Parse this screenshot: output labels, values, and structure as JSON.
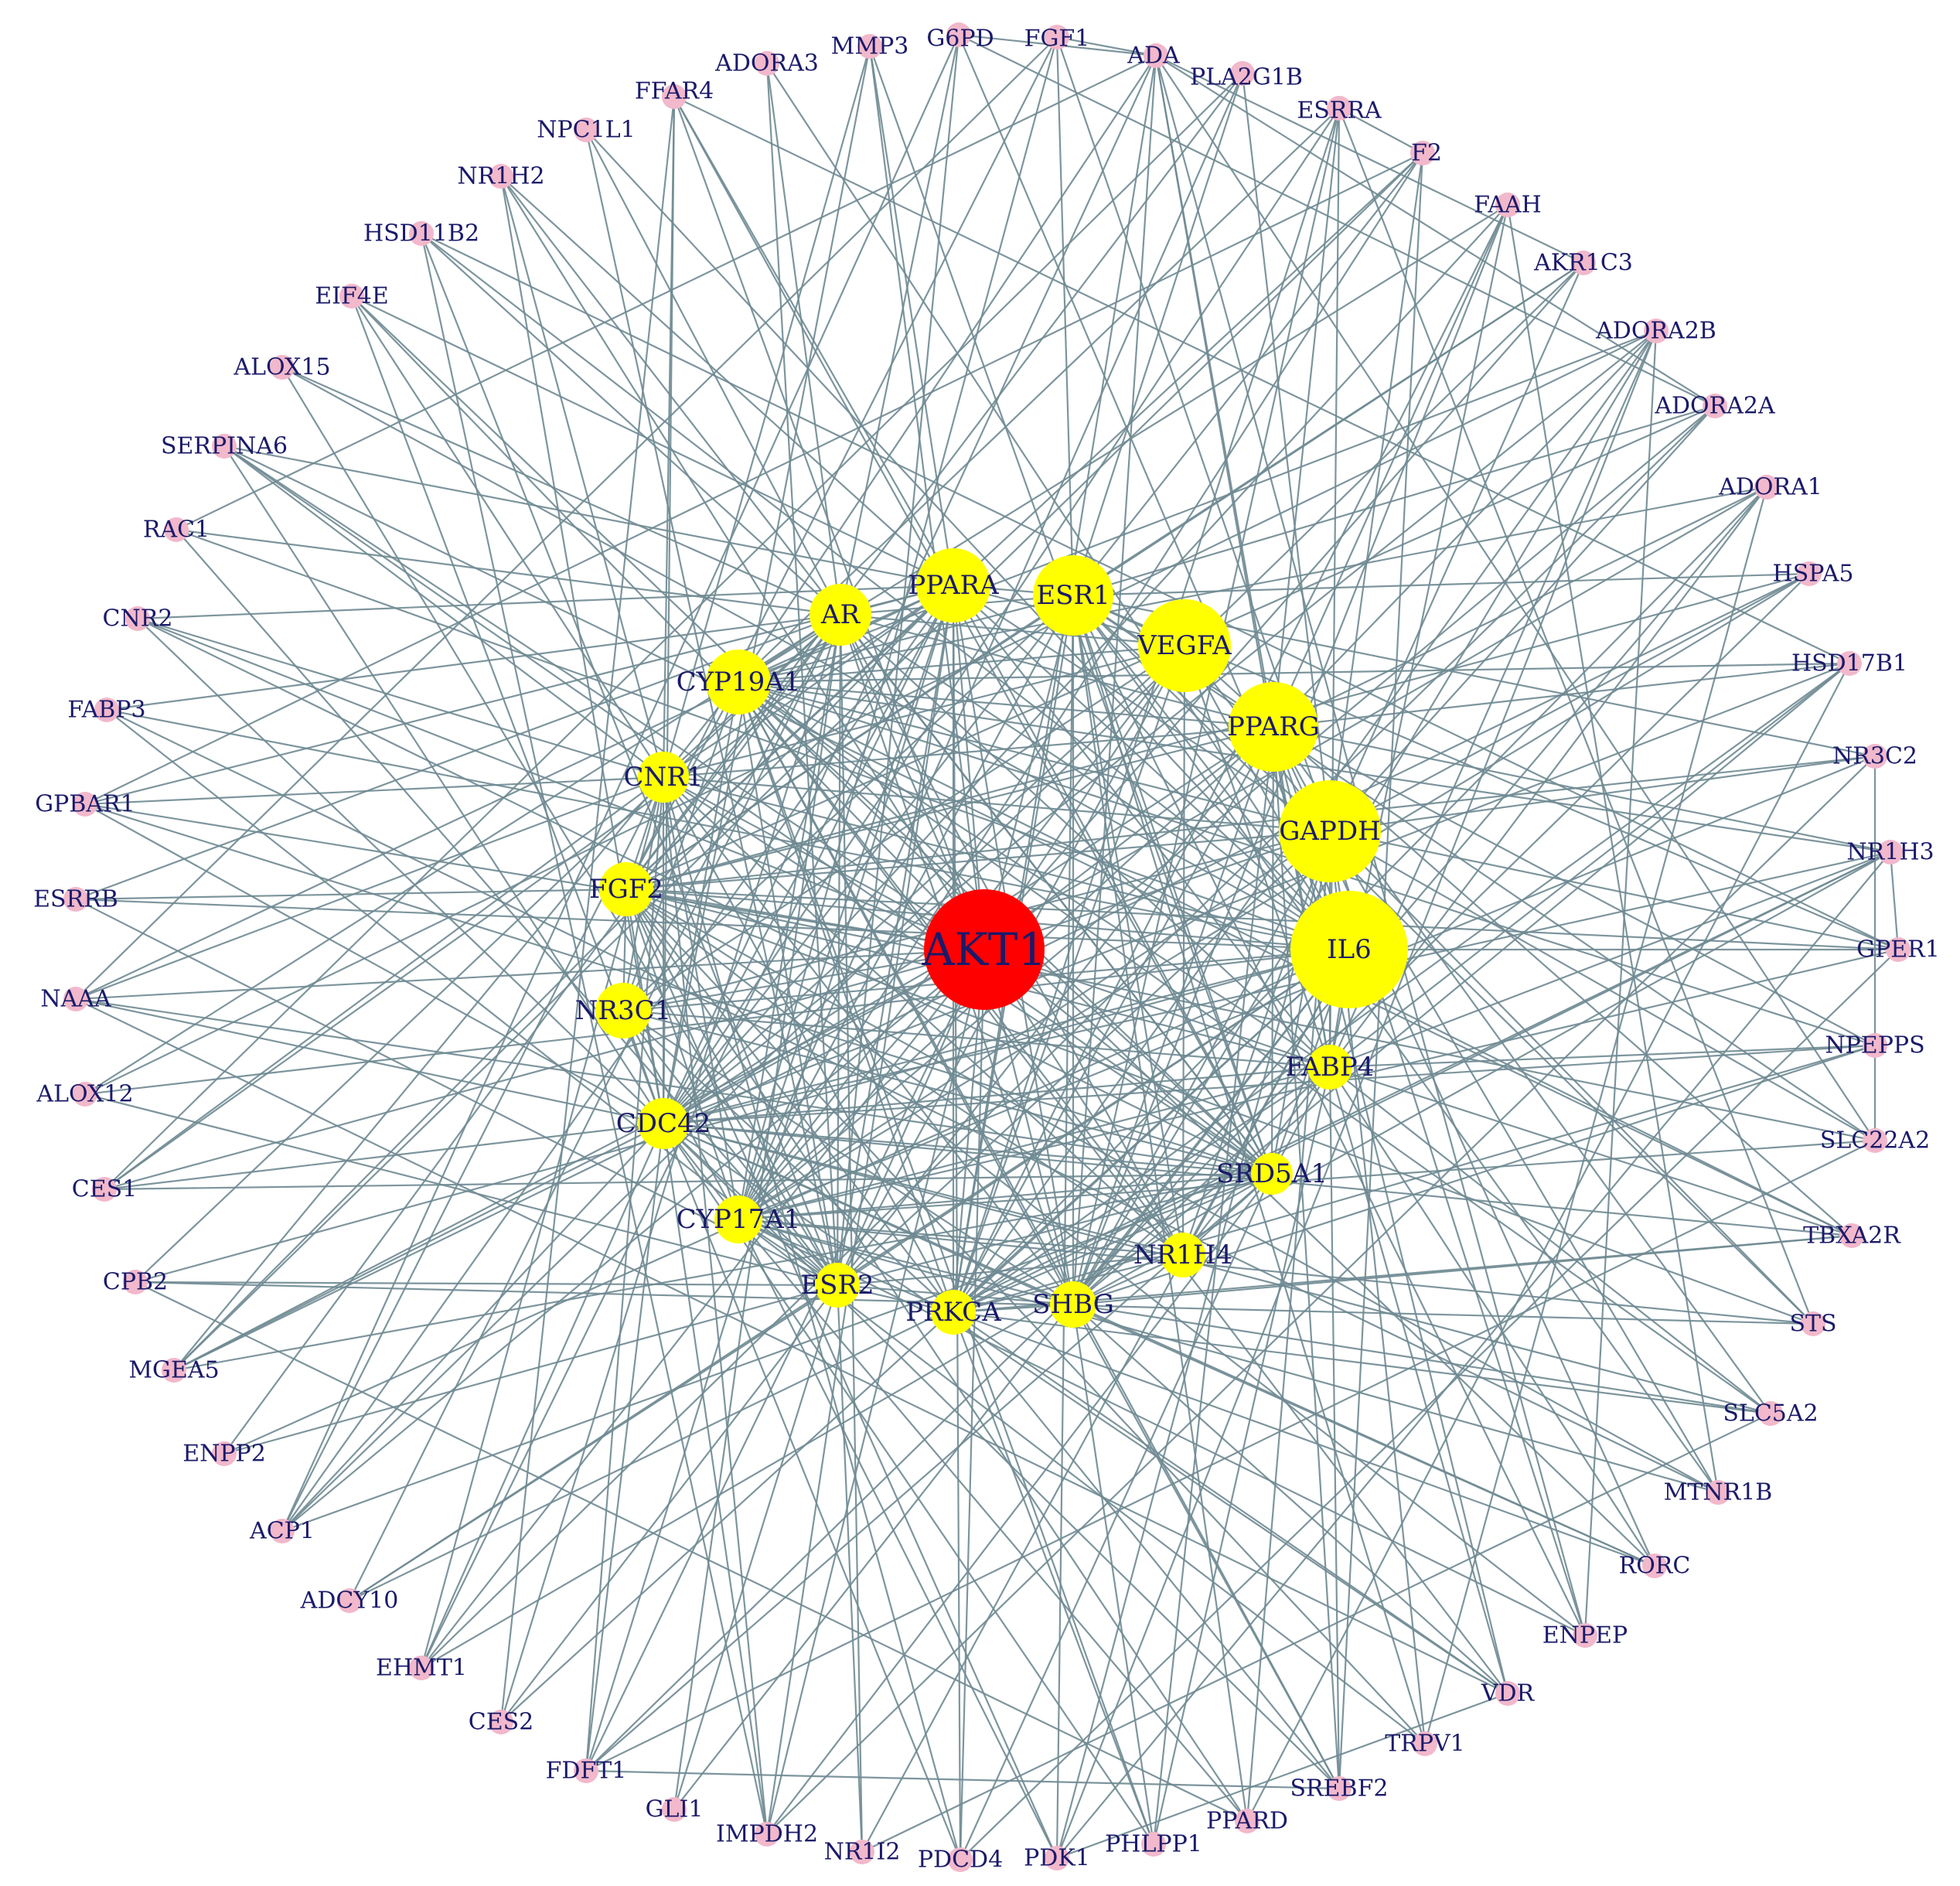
{
  "network": {
    "colors": {
      "edge": "#6f8a93",
      "outer_node": "#f2b8cb",
      "inner_node": "#ffff00",
      "center_node": "#ff0000",
      "label": "#1a1a6a"
    },
    "center": "AKT1",
    "inner_nodes": [
      "PPARA",
      "ESR1",
      "AR",
      "VEGFA",
      "CYP19A1",
      "PPARG",
      "CNR1",
      "GAPDH",
      "FGF2",
      "IL6",
      "NR3C1",
      "FABP4",
      "CDC42",
      "SRD5A1",
      "CYP17A1",
      "NR1H4",
      "ESR2",
      "PRKCA",
      "SHBG"
    ],
    "outer_nodes": [
      "G6PD",
      "FGF1",
      "MMP3",
      "ADA",
      "ADORA3",
      "PLA2G1B",
      "FFAR4",
      "ESRRA",
      "NPC1L1",
      "F2",
      "NR1H2",
      "FAAH",
      "HSD11B2",
      "AKR1C3",
      "EIF4E",
      "ADORA2B",
      "ALOX15",
      "ADORA2A",
      "SERPINA6",
      "ADORA1",
      "RAC1",
      "HSPA5",
      "CNR2",
      "HSD17B1",
      "FABP3",
      "NR3C2",
      "GPBAR1",
      "NR1H3",
      "ESRRB",
      "GPER1",
      "NAAA",
      "NPEPPS",
      "ALOX12",
      "SLC22A2",
      "CES1",
      "TBXA2R",
      "CPB2",
      "STS",
      "MGEA5",
      "SLC5A2",
      "ENPP2",
      "MTNR1B",
      "ACP1",
      "RORC",
      "ADCY10",
      "ENPEP",
      "EHMT1",
      "VDR",
      "CES2",
      "TRPV1",
      "FDFT1",
      "SREBF2",
      "GLI1",
      "PPARD",
      "IMPDH2",
      "PHLPP1",
      "NR1I2",
      "PDK1",
      "PDCD4"
    ]
  }
}
